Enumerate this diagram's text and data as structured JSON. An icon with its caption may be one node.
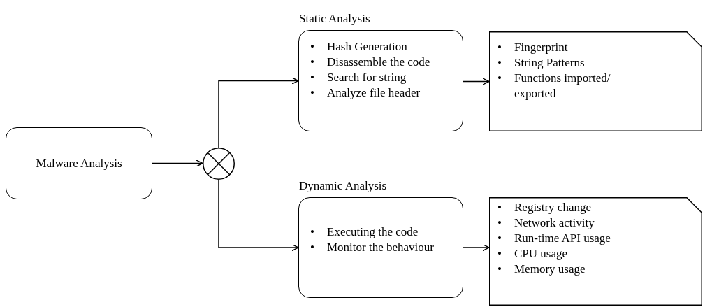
{
  "diagram": {
    "nodes": [
      {
        "text": [
          "Malware Analysis"
        ]
      },
      {
        "text": [],
        "shape": "circle"
      },
      {
        "text": [
          "Static Analysis",
          "• Hash Generation",
          "• Disassemble the code",
          "• Search for string",
          "• Analyze file header"
        ]
      },
      {
        "text": [
          "• Fingerprint",
          "• String Patterns",
          "• Functions imported/ exported"
        ]
      },
      {
        "text": [
          "Dynamic Analysis",
          "• Executing the code",
          "• Monitor the behaviour"
        ]
      },
      {
        "text": [
          "• Registry change",
          "• Network activity",
          "• Run-time API usage",
          "• CPU usage",
          "• Memory usage"
        ]
      }
    ],
    "edges": [
      {
        "from": 0,
        "to": 1,
        "arrow": "to"
      },
      {
        "from": 1,
        "to": 2,
        "arrow": "to"
      },
      {
        "from": 2,
        "to": 3,
        "arrow": "to"
      },
      {
        "from": 1,
        "to": 4,
        "arrow": "to"
      },
      {
        "from": 4,
        "to": 5,
        "arrow": "to"
      }
    ]
  }
}
